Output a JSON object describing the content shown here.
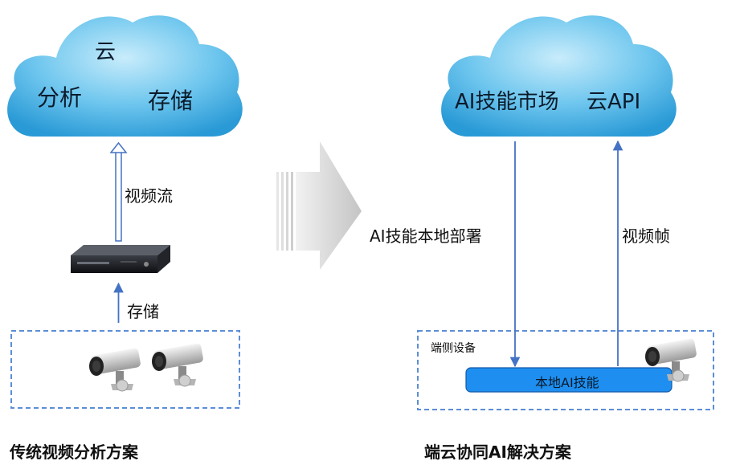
{
  "left": {
    "cloud_top": "云",
    "cloud_left": "分析",
    "cloud_right": "存储",
    "upload_label": "视频流",
    "store_label": "存储",
    "caption": "传统视频分析方案"
  },
  "right": {
    "cloud_left": "AI技能市场",
    "cloud_right": "云API",
    "deploy_label": "AI技能本地部署",
    "frame_label": "视频帧",
    "device_label": "端侧设备",
    "local_skill": "本地AI技能",
    "caption": "端云协同AI解决方案"
  },
  "colors": {
    "cloud_light": "#bfe6f9",
    "cloud_dark": "#3aa9dd",
    "arrow_blue": "#4472c4",
    "dash_blue": "#5b8ed6",
    "skill_box": "#1e8ff0",
    "big_arrow": "#c8c8c8"
  },
  "icons": [
    "cloud-icon",
    "nvr-recorder-icon",
    "security-camera-icon",
    "big-right-arrow-icon"
  ]
}
